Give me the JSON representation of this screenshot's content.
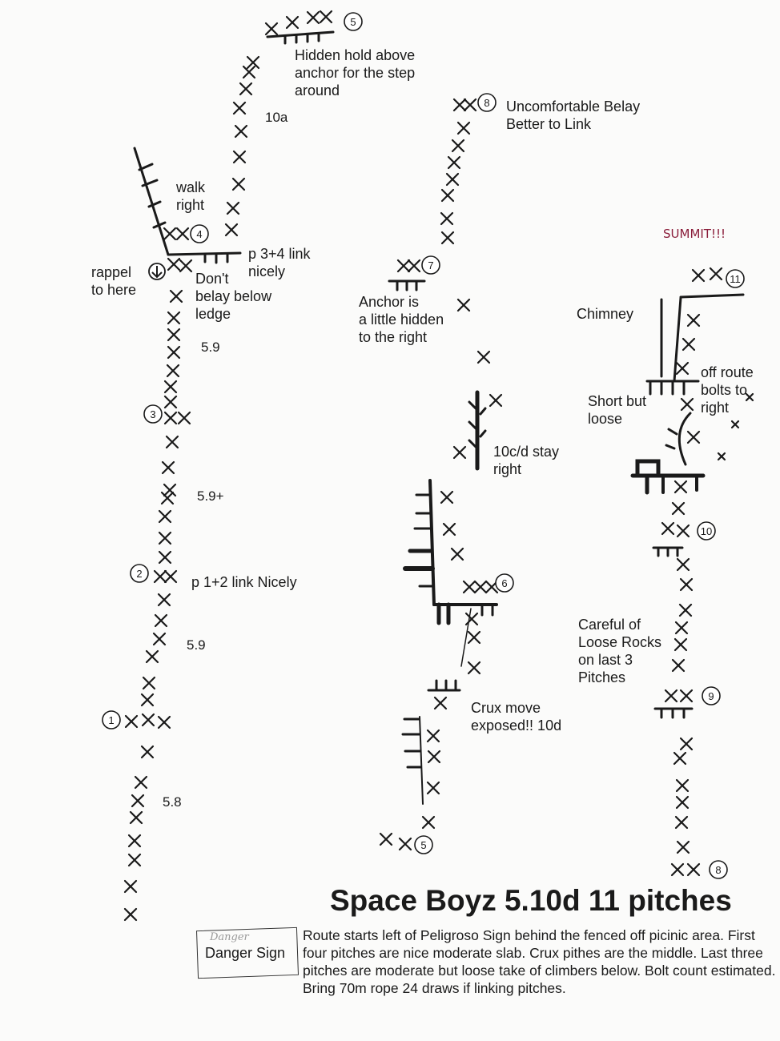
{
  "title": "Space Boyz 5.10d 11 pitches",
  "summit": "SUMMIT!!!",
  "description": "Route starts left of Peligroso Sign behind the fenced off picinic area.  First four pitches are nice moderate slab. Crux pithes are the middle.  Last three pitches are moderate but loose take of climbers below.  Bolt count estimated.  Bring 70m rope 24 draws if linking pitches.",
  "danger_sign": {
    "scribble": "Danger",
    "label": "Danger Sign"
  },
  "grades": [
    "5.8",
    "5.9",
    "5.9+",
    "5.9",
    "10a"
  ],
  "anchors": [
    "1",
    "2",
    "3",
    "4",
    "5",
    "5",
    "6",
    "7",
    "8",
    "8",
    "9",
    "10",
    "11"
  ],
  "notes": {
    "hidden_hold": "Hidden hold above\nanchor for the step\naround",
    "walk_right": "walk\nright",
    "p34": "p 3+4 link\nnicely",
    "rappel": "rappel\nto here",
    "dont_belay": "Don't\nbelay below\nledge",
    "p12": "p 1+2 link Nicely",
    "uncomfortable": "Uncomfortable Belay\nBetter to Link",
    "anchor_hidden": "Anchor is\na little hidden\nto the right",
    "stay_right": "10c/d stay\nright",
    "crux": "Crux move\nexposed!! 10d",
    "chimney": "Chimney",
    "off_route": "off route\nbolts to\nright",
    "short_loose": "Short but\nloose",
    "careful": "Careful of\nLoose Rocks\non last 3\nPitches"
  },
  "colors": {
    "ink": "#1a1a1a",
    "summit": "#8a1d3a",
    "paper": "#fbfbfa"
  }
}
